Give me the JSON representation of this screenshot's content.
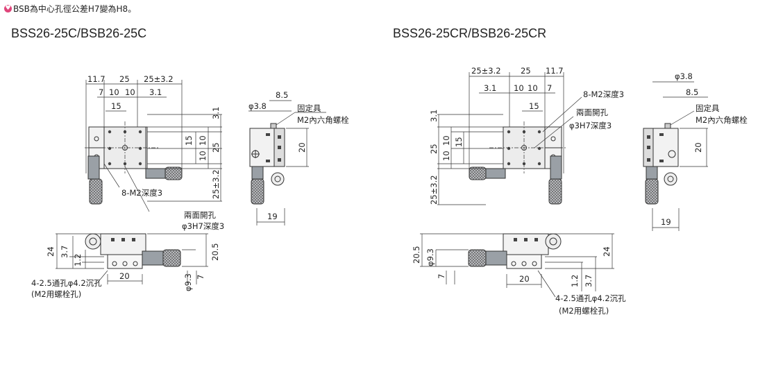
{
  "note": "BSB為中心孔徑公差H7變為H8。",
  "left": {
    "title": "BSS26-25C/BSB26-25C",
    "dims": {
      "d_11_7": "11.7",
      "d_25_top": "25",
      "d_25pm": "25±3.2",
      "d_7": "7",
      "d_10a": "10",
      "d_10b": "10",
      "d_3_1": "3.1",
      "d_15_top": "15",
      "d_3_1v": "3.1",
      "d_15v": "15",
      "d_10v1": "10",
      "d_10v2": "10",
      "d_25v": "25",
      "d_25pm_v": "25±3.2",
      "d_phi38": "φ3.8",
      "d_8_5": "8.5",
      "d_20_side": "20",
      "d_19": "19",
      "d_24": "24",
      "d_3_7": "3.7",
      "d_1_2": "1.2",
      "d_20_bottom": "20",
      "d_phi93": "φ9.3",
      "d_7_bottom": "7",
      "d_20_5": "20.5"
    },
    "callouts": {
      "fixture": "固定具",
      "screw": "M2內六角螺栓",
      "tap": "8-M2深度3",
      "through1": "兩面開孔",
      "through2": "φ3H7深度3",
      "hole1": "4-2.5通孔φ4.2沉孔",
      "hole2": "(M2用螺栓孔)"
    }
  },
  "right": {
    "title": "BSS26-25CR/BSB26-25CR",
    "dims": {
      "d_25pm": "25±3.2",
      "d_25_top": "25",
      "d_11_7": "11.7",
      "d_3_1": "3.1",
      "d_10a": "10",
      "d_10b": "10",
      "d_7": "7",
      "d_15_top": "15",
      "d_3_1v": "3.1",
      "d_25v": "25",
      "d_10v1": "10",
      "d_10v2": "10",
      "d_15v": "15",
      "d_25pm_v": "25±3.2",
      "d_phi38": "φ3.8",
      "d_8_5": "8.5",
      "d_20_side": "20",
      "d_19": "19",
      "d_20_5": "20.5",
      "d_phi93": "φ9.3",
      "d_7_bottom": "7",
      "d_20_bottom": "20",
      "d_1_2": "1.2",
      "d_3_7": "3.7",
      "d_24": "24"
    },
    "callouts": {
      "tap": "8-M2深度3",
      "through1": "兩面開孔",
      "through2": "φ3H7深度3",
      "fixture": "固定具",
      "screw": "M2內六角螺栓",
      "hole1": "4-2.5通孔φ4.2沉孔",
      "hole2": "(M2用螺栓孔)"
    }
  },
  "colors": {
    "line": "#333333",
    "body_fill": "#f2f2f2",
    "dark": "#444444",
    "micrometer": "#9aa0a6",
    "accent": "#e0457b"
  }
}
